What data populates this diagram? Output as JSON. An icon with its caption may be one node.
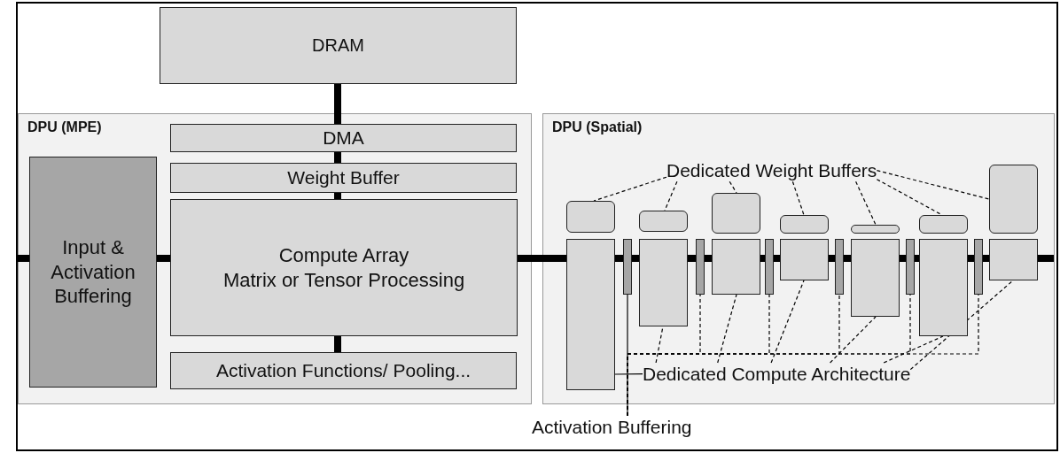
{
  "diagram": {
    "nodes": [
      {
        "text": [
          "DRAM"
        ]
      },
      {
        "text": [
          "DPU (MPE)"
        ]
      },
      {
        "text": [
          "DMA"
        ],
        "in": 1
      },
      {
        "text": [
          "Weight Buffer"
        ],
        "in": 1
      },
      {
        "text": [
          "Input & Activation Buffering"
        ],
        "in": 1
      },
      {
        "text": [
          "Compute Array",
          "Matrix or Tensor Processing"
        ],
        "in": 1
      },
      {
        "text": [
          "Activation Functions/ Pooling..."
        ],
        "in": 1
      },
      {
        "text": [
          "DPU (Spatial)"
        ]
      },
      {
        "text": [
          "Dedicated Weight Buffers"
        ],
        "in": 7
      },
      {
        "text": [
          "Dedicated Compute Architecture"
        ],
        "in": 7
      },
      {
        "text": [
          "Activation Buffering"
        ]
      },
      {
        "text": [],
        "shape": "box",
        "in": 7
      },
      {
        "text": [],
        "shape": "box",
        "in": 7
      },
      {
        "text": [],
        "shape": "box",
        "in": 7
      },
      {
        "text": [],
        "shape": "box",
        "in": 7
      },
      {
        "text": [],
        "shape": "box",
        "in": 7
      },
      {
        "text": [],
        "shape": "box",
        "in": 7
      },
      {
        "text": [],
        "shape": "box",
        "in": 7
      },
      {
        "text": [],
        "shape": "box",
        "in": 7
      },
      {
        "text": [],
        "shape": "box",
        "in": 7
      },
      {
        "text": [],
        "shape": "box",
        "in": 7
      },
      {
        "text": [],
        "shape": "box",
        "in": 7
      },
      {
        "text": [],
        "shape": "box",
        "in": 7
      },
      {
        "text": [],
        "shape": "box",
        "in": 7
      },
      {
        "text": [],
        "shape": "box",
        "in": 7
      },
      {
        "text": [],
        "shape": "bar",
        "in": 7
      },
      {
        "text": [],
        "shape": "bar",
        "in": 7
      },
      {
        "text": [],
        "shape": "bar",
        "in": 7
      },
      {
        "text": [],
        "shape": "bar",
        "in": 7
      },
      {
        "text": [],
        "shape": "bar",
        "in": 7
      },
      {
        "text": [],
        "shape": "bar",
        "in": 7
      }
    ],
    "edges": [
      {
        "from": 0,
        "to": 2,
        "arrow": "none",
        "style": "thick"
      },
      {
        "from": 2,
        "to": 3,
        "arrow": "none",
        "style": "thick"
      },
      {
        "from": 3,
        "to": 5,
        "arrow": "none",
        "style": "thick"
      },
      {
        "from": 5,
        "to": 6,
        "arrow": "none",
        "style": "thick"
      },
      {
        "from": null,
        "to": 4,
        "arrow": "none",
        "style": "thick"
      },
      {
        "from": 4,
        "to": 5,
        "arrow": "none",
        "style": "thick"
      },
      {
        "from": 5,
        "to": 18,
        "arrow": "none",
        "style": "thick"
      },
      {
        "from": 18,
        "to": 25,
        "arrow": "none",
        "style": "thick"
      },
      {
        "from": 25,
        "to": 19,
        "arrow": "none",
        "style": "thick"
      },
      {
        "from": 19,
        "to": 26,
        "arrow": "none",
        "style": "thick"
      },
      {
        "from": 26,
        "to": 20,
        "arrow": "none",
        "style": "thick"
      },
      {
        "from": 20,
        "to": 27,
        "arrow": "none",
        "style": "thick"
      },
      {
        "from": 27,
        "to": 21,
        "arrow": "none",
        "style": "thick"
      },
      {
        "from": 21,
        "to": 28,
        "arrow": "none",
        "style": "thick"
      },
      {
        "from": 28,
        "to": 22,
        "arrow": "none",
        "style": "thick"
      },
      {
        "from": 22,
        "to": 29,
        "arrow": "none",
        "style": "thick"
      },
      {
        "from": 29,
        "to": 23,
        "arrow": "none",
        "style": "thick"
      },
      {
        "from": 23,
        "to": 30,
        "arrow": "none",
        "style": "thick"
      },
      {
        "from": 30,
        "to": 24,
        "arrow": "none",
        "style": "thick"
      },
      {
        "from": 24,
        "to": null,
        "arrow": "none",
        "style": "thick"
      },
      {
        "from": 8,
        "to": 11,
        "arrow": "none",
        "style": "dashed"
      },
      {
        "from": 8,
        "to": 12,
        "arrow": "none",
        "style": "dashed"
      },
      {
        "from": 8,
        "to": 13,
        "arrow": "none",
        "style": "dashed"
      },
      {
        "from": 8,
        "to": 14,
        "arrow": "none",
        "style": "dashed"
      },
      {
        "from": 8,
        "to": 15,
        "arrow": "none",
        "style": "dashed"
      },
      {
        "from": 8,
        "to": 16,
        "arrow": "none",
        "style": "dashed"
      },
      {
        "from": 8,
        "to": 17,
        "arrow": "none",
        "style": "dashed"
      },
      {
        "from": 9,
        "to": 18,
        "arrow": "none"
      },
      {
        "from": 9,
        "to": 19,
        "arrow": "none",
        "style": "dashed"
      },
      {
        "from": 9,
        "to": 20,
        "arrow": "none",
        "style": "dashed"
      },
      {
        "from": 9,
        "to": 21,
        "arrow": "none",
        "style": "dashed"
      },
      {
        "from": 9,
        "to": 22,
        "arrow": "none",
        "style": "dashed"
      },
      {
        "from": 9,
        "to": 23,
        "arrow": "none",
        "style": "dashed"
      },
      {
        "from": 9,
        "to": 24,
        "arrow": "none",
        "style": "dashed"
      },
      {
        "from": 10,
        "to": 25,
        "arrow": "none"
      },
      {
        "from": 10,
        "to": 26,
        "arrow": "none",
        "style": "dashed"
      },
      {
        "from": 10,
        "to": 27,
        "arrow": "none",
        "style": "dashed"
      },
      {
        "from": 10,
        "to": 28,
        "arrow": "none",
        "style": "dashed"
      },
      {
        "from": 10,
        "to": 29,
        "arrow": "none",
        "style": "dashed"
      },
      {
        "from": 10,
        "to": 30,
        "arrow": "none",
        "style": "dashed"
      }
    ]
  }
}
